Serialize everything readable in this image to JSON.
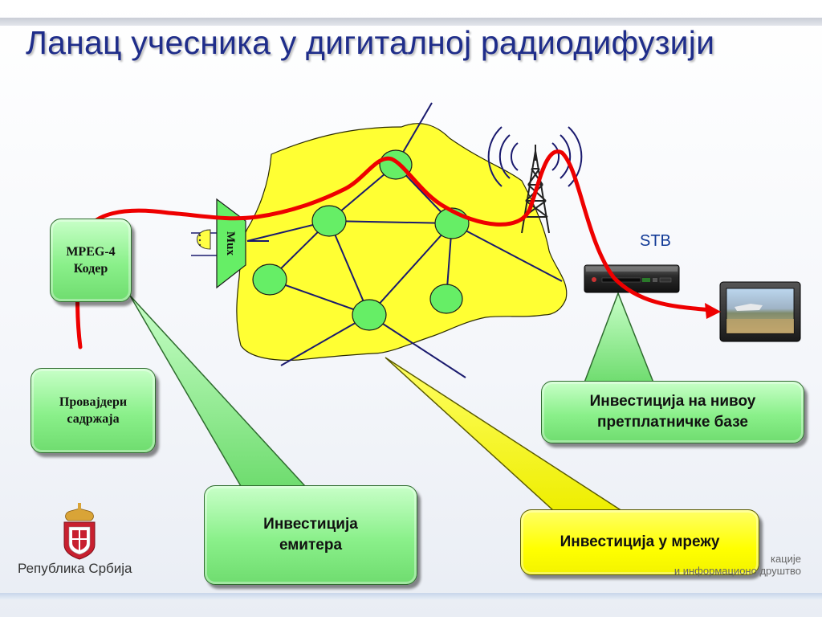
{
  "title": "Ланац учесника у дигиталној радиодифузији",
  "mux_label": "Mux",
  "stb_label": "STB",
  "boxes": {
    "mpeg": "MPEG-4 Кодер",
    "providers": "Провајдери садржаја",
    "invest_emitter": "Инвестиција емитера",
    "invest_network": "Инвестиција у мрежу",
    "invest_subscriber": "Инвестиција на нивоу претплатничке базе"
  },
  "logo": {
    "caption": "Република Србија",
    "icon": "serbian-coat-of-arms-icon"
  },
  "footer_partial": "кације\nи информационо друштво",
  "icons": [
    "transmission-tower-icon",
    "set-top-box-icon",
    "television-icon"
  ],
  "colors": {
    "title": "#1f2d8a",
    "network_cloud": "#ffff33",
    "node": "#66ee66",
    "signal_path": "#ee0000",
    "box_green": "#8af08a",
    "box_yellow": "#ffff00",
    "link_line": "#1a1a6e"
  }
}
